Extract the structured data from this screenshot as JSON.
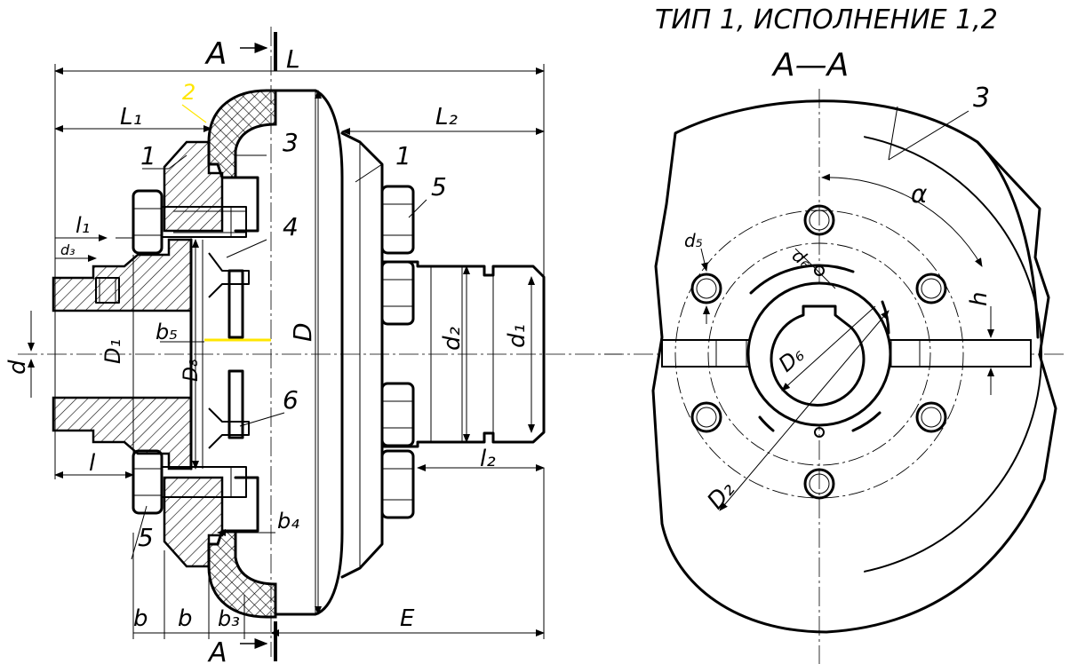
{
  "title": "ТИП 1,  ИСПОЛНЕНИЕ 1,2",
  "section_label": "А—А",
  "section_marker": "А",
  "dimensions": {
    "L": "L",
    "L1": "L₁",
    "L2": "L₂",
    "l": "l",
    "l1": "l₁",
    "l2": "l₂",
    "D": "D",
    "D1": "D₁",
    "D2": "D₂",
    "D6": "D₆",
    "D8": "D₈",
    "d": "d",
    "d1": "d₁",
    "d2": "d₂",
    "d3": "d₃",
    "d5": "d₅",
    "d6": "d₆",
    "b": "b",
    "b3": "b₃",
    "b4": "b₄",
    "b5": "b₅",
    "E": "E",
    "h": "h",
    "alpha": "α"
  },
  "callouts": {
    "c1": "1",
    "c2": "2",
    "c3": "3",
    "c4": "4",
    "c5": "5",
    "c6": "6"
  },
  "colors": {
    "line": "#000000",
    "highlight": "#ffe600"
  }
}
